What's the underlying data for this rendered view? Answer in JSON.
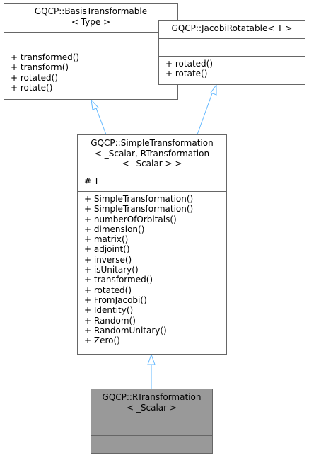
{
  "diagram": {
    "edge_color": "#63b8ff",
    "highlight_fill": "#999999",
    "nodes": {
      "basis": {
        "title": [
          "GQCP::BasisTransformable",
          "< Type >"
        ],
        "attributes": [],
        "methods": [
          "+ transformed()",
          "+ transform()",
          "+ rotated()",
          "+ rotate()"
        ]
      },
      "jacobi": {
        "title": [
          "GQCP::JacobiRotatable< T >"
        ],
        "attributes": [],
        "methods": [
          "+ rotated()",
          "+ rotate()"
        ]
      },
      "simple": {
        "title": [
          "GQCP::SimpleTransformation",
          "< _Scalar, RTransformation",
          "< _Scalar > >"
        ],
        "attributes": [
          "# T"
        ],
        "methods": [
          "+ SimpleTransformation()",
          "+ SimpleTransformation()",
          "+ numberOfOrbitals()",
          "+ dimension()",
          "+ matrix()",
          "+ adjoint()",
          "+ inverse()",
          "+ isUnitary()",
          "+ transformed()",
          "+ rotated()",
          "+ FromJacobi()",
          "+ Identity()",
          "+ Random()",
          "+ RandomUnitary()",
          "+ Zero()"
        ]
      },
      "rtrans": {
        "title": [
          "GQCP::RTransformation",
          "< _Scalar >"
        ],
        "attributes": [],
        "methods": []
      }
    }
  }
}
